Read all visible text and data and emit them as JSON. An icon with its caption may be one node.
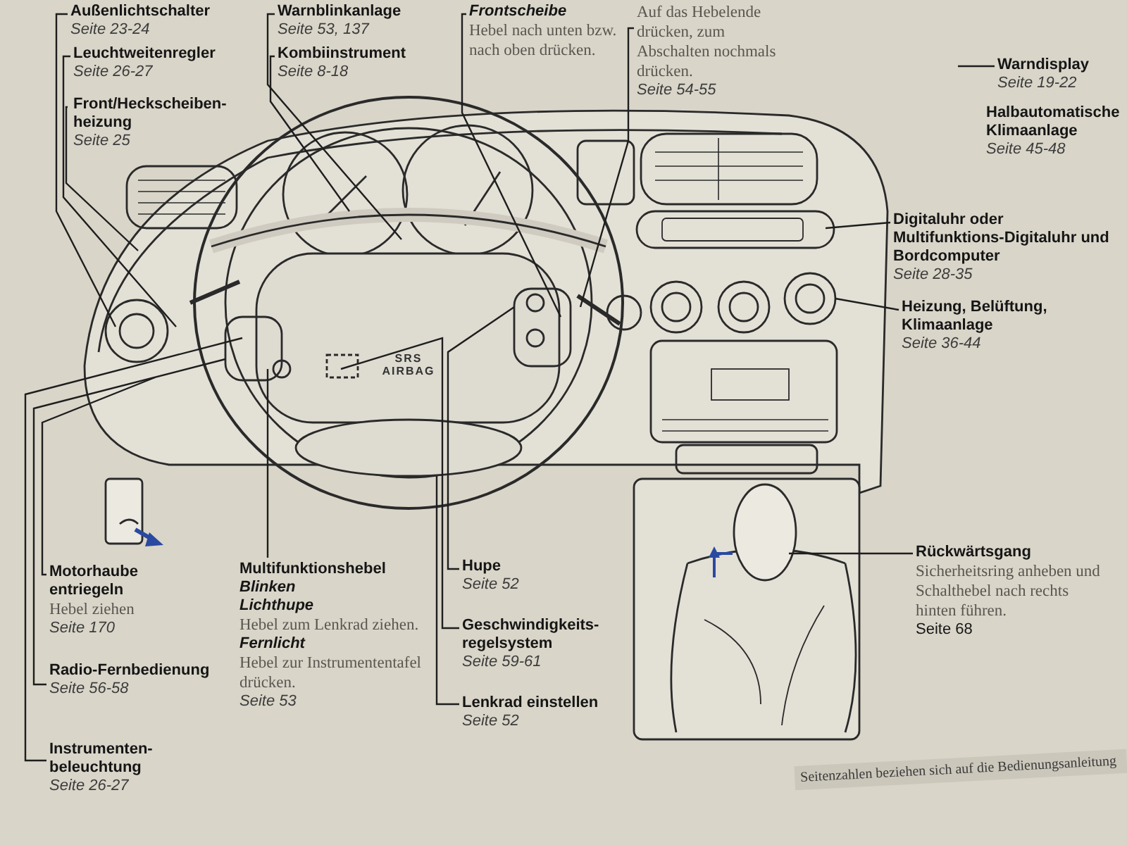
{
  "diagram": {
    "nodes": [
      {
        "text": [
          "Außenlichtschalter",
          "Seite 23-24"
        ]
      },
      {
        "text": [
          "Leuchtweitenregler",
          "Seite 26-27"
        ]
      },
      {
        "text": [
          "Front/Heckscheiben-heizung",
          "Seite 25"
        ]
      },
      {
        "text": [
          "Warnblinkanlage",
          "Seite 53, 137"
        ]
      },
      {
        "text": [
          "Kombiinstrument",
          "Seite 8-18"
        ]
      },
      {
        "text": [
          "Frontscheibe",
          "Hebel nach unten bzw. nach oben drücken."
        ]
      },
      {
        "text": [
          "Auf das Hebelende drücken, zum Abschalten nochmals drücken.",
          "Seite 54-55"
        ]
      },
      {
        "text": [
          "Warndisplay",
          "Seite 19-22"
        ]
      },
      {
        "text": [
          "Halbautomatische Klimaanlage",
          "Seite 45-48"
        ]
      },
      {
        "text": [
          "Digitaluhr oder Multifunktions-Digitaluhr und Bordcomputer",
          "Seite 28-35"
        ]
      },
      {
        "text": [
          "Heizung, Belüftung, Klimaanlage",
          "Seite 36-44"
        ]
      },
      {
        "text": [
          "Motorhaube entriegeln",
          "Hebel ziehen",
          "Seite 170"
        ]
      },
      {
        "text": [
          "Radio-Fernbedienung",
          "Seite 56-58"
        ]
      },
      {
        "text": [
          "Instrumenten-beleuchtung",
          "Seite 26-27"
        ]
      },
      {
        "text": [
          "Multifunktionshebel",
          "Blinken",
          "Lichthupe",
          "Hebel zum Lenkrad ziehen.",
          "Fernlicht",
          "Hebel zur Instrumententafel drücken.",
          "Seite 53"
        ]
      },
      {
        "text": [
          "Hupe",
          "Seite 52"
        ]
      },
      {
        "text": [
          "Geschwindigkeits-regelsystem",
          "Seite 59-61"
        ]
      },
      {
        "text": [
          "Lenkrad einstellen",
          "Seite 52"
        ]
      },
      {
        "text": [
          "Rückwärtsgang",
          "Sicherheitsring anheben und Schalthebel nach rechts hinten führen.",
          "Seite 68"
        ]
      }
    ],
    "edges": [
      {
        "from": 0,
        "to": null,
        "arrow": "none"
      },
      {
        "from": 1,
        "to": null,
        "arrow": "none"
      },
      {
        "from": 2,
        "to": null,
        "arrow": "none"
      },
      {
        "from": 3,
        "to": null,
        "arrow": "none"
      },
      {
        "from": 4,
        "to": null,
        "arrow": "none"
      },
      {
        "from": 5,
        "to": null,
        "arrow": "none"
      },
      {
        "from": 6,
        "to": null,
        "arrow": "none"
      },
      {
        "from": 7,
        "to": null,
        "arrow": "none"
      },
      {
        "from": 9,
        "to": null,
        "arrow": "none"
      },
      {
        "from": 10,
        "to": null,
        "arrow": "none"
      },
      {
        "from": 11,
        "to": null,
        "arrow": "none"
      },
      {
        "from": 12,
        "to": null,
        "arrow": "none"
      },
      {
        "from": 13,
        "to": null,
        "arrow": "none"
      },
      {
        "from": 14,
        "to": null,
        "arrow": "none"
      },
      {
        "from": 15,
        "to": null,
        "arrow": "none"
      },
      {
        "from": 16,
        "to": null,
        "arrow": "none"
      },
      {
        "from": 17,
        "to": null,
        "arrow": "none"
      },
      {
        "from": 18,
        "to": null,
        "arrow": "none"
      }
    ],
    "labels": [
      "SRS AIRBAG",
      "Seitenzahlen beziehen sich auf die Bedienungsanleitung"
    ]
  }
}
